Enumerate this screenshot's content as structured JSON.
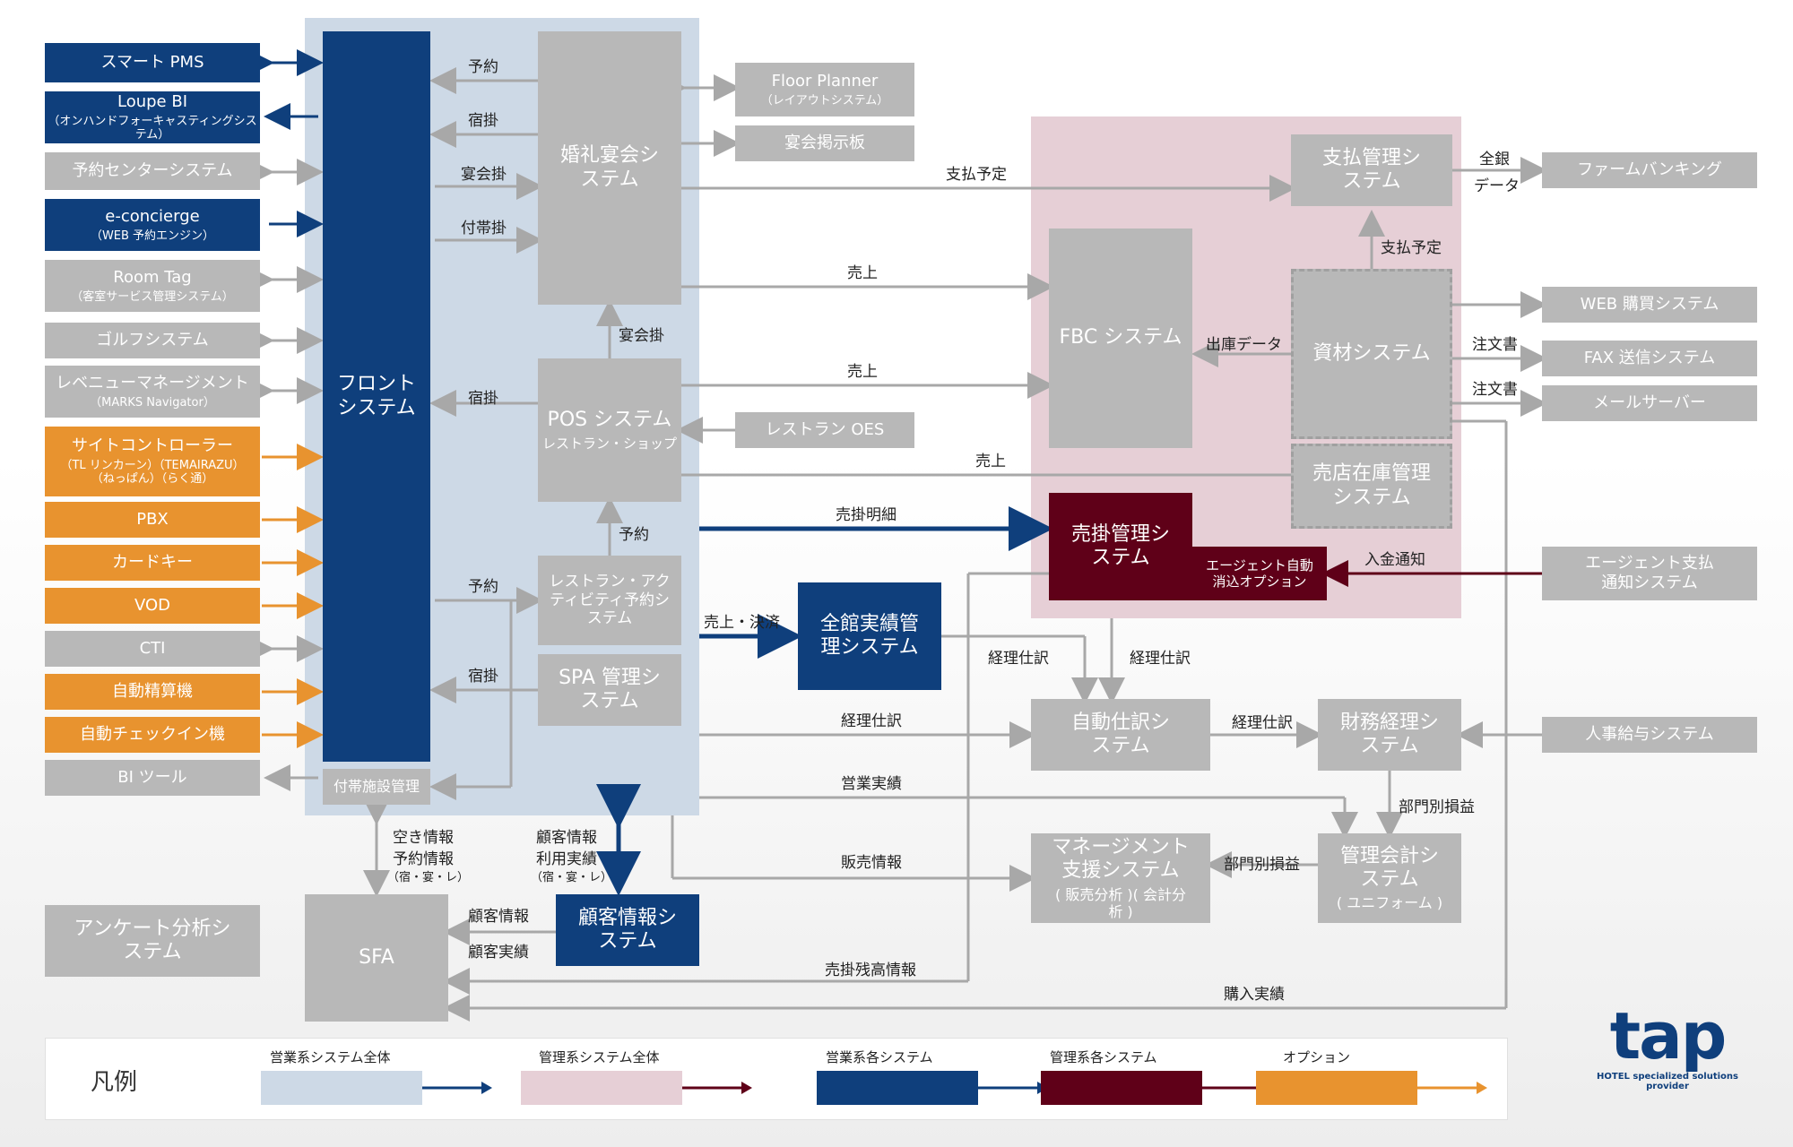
{
  "left_systems": {
    "smart_pms": "スマート PMS",
    "loupe_bi": "Loupe BI",
    "loupe_bi_sub": "（オンハンドフォーキャスティングシステム）",
    "reservation_center": "予約センターシステム",
    "e_concierge": "e-concierge",
    "e_concierge_sub": "（WEB 予約エンジン）",
    "room_tag": "Room Tag",
    "room_tag_sub": "（客室サービス管理システム）",
    "golf": "ゴルフシステム",
    "revenue_mgmt": "レベニューマネージメント",
    "revenue_mgmt_sub": "（MARKS Navigator）",
    "site_controller": "サイトコントローラー",
    "site_controller_sub1": "（TL リンカーン）（TEMAIRAZU）",
    "site_controller_sub2": "（ねっぱん）（らく通）",
    "pbx": "PBX",
    "card_key": "カードキー",
    "vod": "VOD",
    "cti": "CTI",
    "auto_checkout": "自動精算機",
    "auto_checkin": "自動チェックイン機",
    "bi_tool": "BI ツール",
    "survey": "アンケート分析システム"
  },
  "front": {
    "front": "フロントシステム",
    "facility": "付帯施設管理"
  },
  "center": {
    "wedding": "婚礼宴会システム",
    "pos": "POS システム",
    "pos_sub": "レストラン・ショップ",
    "restaurant_reserve": "レストラン・アクティビティ予約システム",
    "spa": "SPA 管理システム",
    "floor_planner": "Floor Planner",
    "floor_planner_sub": "（レイアウトシステム）",
    "banquet_board": "宴会掲示板",
    "restaurant_oes": "レストラン OES",
    "all_results": "全館実績管理システム",
    "crm": "顧客情報システム",
    "sfa": "SFA"
  },
  "right": {
    "payment": "支払管理システム",
    "fbc": "FBC システム",
    "materials": "資材システム",
    "shop_inventory": "売店在庫管理システム",
    "receivables": "売掛管理システム",
    "agent_option": "エージェント自動消込オプション",
    "auto_journal": "自動仕訳システム",
    "finance": "財務経理システム",
    "mgmt_support": "マネージメント支援システム",
    "mgmt_support_sub": "( 販売分析 )( 会計分析 )",
    "mgmt_accounting": "管理会計システム",
    "mgmt_accounting_sub": "( ユニフォーム )",
    "firm_banking": "ファームバンキング",
    "web_purchase": "WEB 購買システム",
    "fax": "FAX 送信システム",
    "mail_server": "メールサーバー",
    "agent_notice": "エージェント支払通知システム",
    "hr_payroll": "人事給与システム"
  },
  "labels": {
    "yoyaku": "予約",
    "shukugake": "宿掛",
    "enkaigake": "宴会掛",
    "futaigake": "付帯掛",
    "shiharai_yotei": "支払予定",
    "uriage": "売上",
    "zengin": "全銀",
    "data": "データ",
    "shukko_data": "出庫データ",
    "chumonsho": "注文書",
    "urikake_meisai": "売掛明細",
    "nyukin_tsuchi": "入金通知",
    "uriage_kessai": "売上・決済",
    "keiri_shiwake": "経理仕訳",
    "eigyo_jisseki": "営業実績",
    "hanbai_joho": "販売情報",
    "bumonbetsu": "部門別損益",
    "akijoho": "空き情報",
    "yoyakujoho": "予約情報",
    "shuku_en_re": "（宿・宴・レ）",
    "kokyaku_joho": "顧客情報",
    "riyo_jisseki": "利用実績",
    "kokyaku_jisseki": "顧客実績",
    "urikake_zandaka": "売掛残高情報",
    "konyu_jisseki": "購入実績"
  },
  "legend": {
    "title": "凡例",
    "sales_all": "営業系システム全体",
    "mgmt_all": "管理系システム全体",
    "sales_each": "営業系各システム",
    "mgmt_each": "管理系各システム",
    "option": "オプション"
  },
  "logo": {
    "text": "tap",
    "tagline": "HOTEL specialized solutions provider"
  },
  "colors": {
    "navy": "#0f3f7c",
    "gray": "#b8b8b8",
    "orange": "#e8932f",
    "maroon": "#5f0018",
    "blue_region": "#cdd9e6",
    "pink_region": "#e6cfd6"
  }
}
